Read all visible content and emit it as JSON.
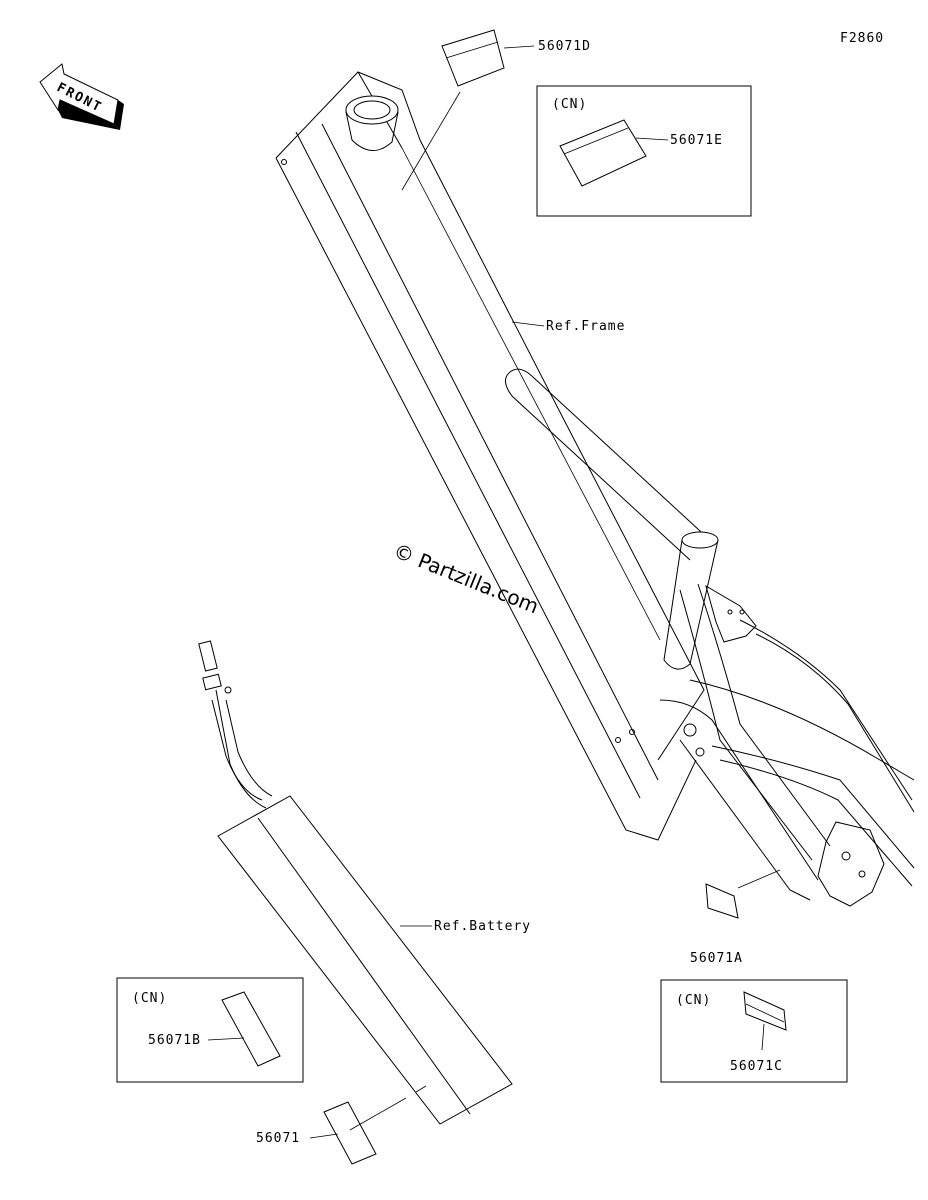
{
  "figure_id": "F2860",
  "front_label": "FRONT",
  "watermark": "© Partzilla.com",
  "region_tag": "(CN)",
  "references": {
    "frame": "Ref.Frame",
    "battery": "Ref.Battery"
  },
  "parts": [
    {
      "id": "56071D"
    },
    {
      "id": "56071E",
      "region": "(CN)"
    },
    {
      "id": "56071A"
    },
    {
      "id": "56071B",
      "region": "(CN)"
    },
    {
      "id": "56071"
    },
    {
      "id": "56071C",
      "region": "(CN)"
    }
  ]
}
